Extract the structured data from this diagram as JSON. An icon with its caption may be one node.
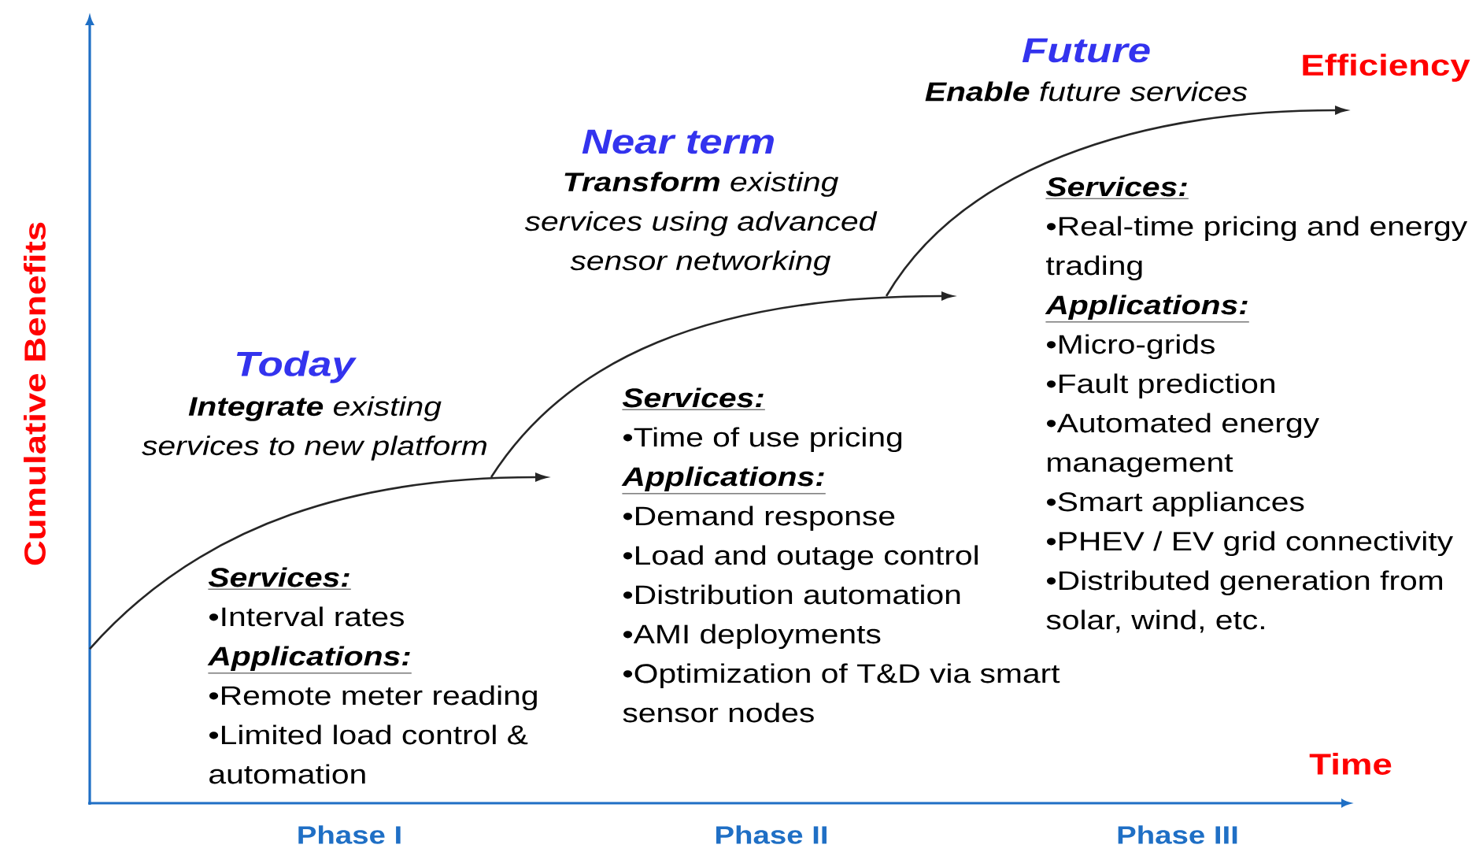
{
  "diagram": {
    "labels": [
      "Future",
      "**Enable** future services",
      "Efficiency",
      "Near term",
      "**Transform** existing services using advanced sensor networking",
      "Services:",
      "•Real-time pricing and energy trading",
      "Applications:",
      "•Micro-grids",
      "•Fault prediction",
      "•Automated energy management",
      "•Smart appliances",
      "•PHEV / EV grid connectivity",
      "•Distributed generation from solar, wind, etc.",
      "Cumulative Benefits",
      "Today",
      "**Integrate** existing services to new platform",
      "Services:",
      "•Time of use pricing",
      "Applications:",
      "•Demand response",
      "•Load and outage control",
      "•Distribution automation",
      "•AMI deployments",
      "•Optimization of T&D via smart sensor nodes",
      "Services:",
      "•Interval rates",
      "Applications:",
      "•Remote meter reading",
      "•Limited load control & automation",
      "Time",
      "Phase I",
      "Phase II",
      "Phase III"
    ]
  }
}
